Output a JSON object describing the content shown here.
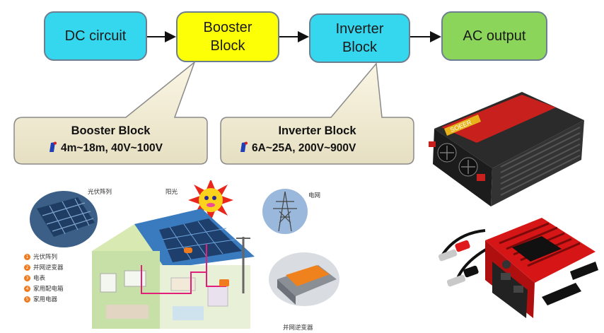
{
  "flow": {
    "blocks": [
      "DC circuit",
      "Booster\nBlock",
      "Inverter\nBlock",
      "AC output"
    ],
    "colors": {
      "cyan": "#35d7ef",
      "yellow": "#fcff06",
      "green": "#8bd65a",
      "border": "#6b7f91"
    }
  },
  "callouts": [
    {
      "title": "Booster Block",
      "spec": "4m~18m, 40V~100V"
    },
    {
      "title": "Inverter Block",
      "spec": "6A~25A, 200V~900V"
    }
  ],
  "illustration": {
    "labels": {
      "pv_array": "光伏阵列",
      "sunlight": "阳光",
      "grid": "电网",
      "grid_inverter": "并网逆变器"
    },
    "legend": [
      {
        "num": "1",
        "text": "光伏阵列"
      },
      {
        "num": "2",
        "text": "并网逆变器"
      },
      {
        "num": "3",
        "text": "电表"
      },
      {
        "num": "4",
        "text": "家用配电箱"
      },
      {
        "num": "5",
        "text": "家用电器"
      }
    ]
  },
  "products": {
    "brand_label": "SOEER"
  }
}
